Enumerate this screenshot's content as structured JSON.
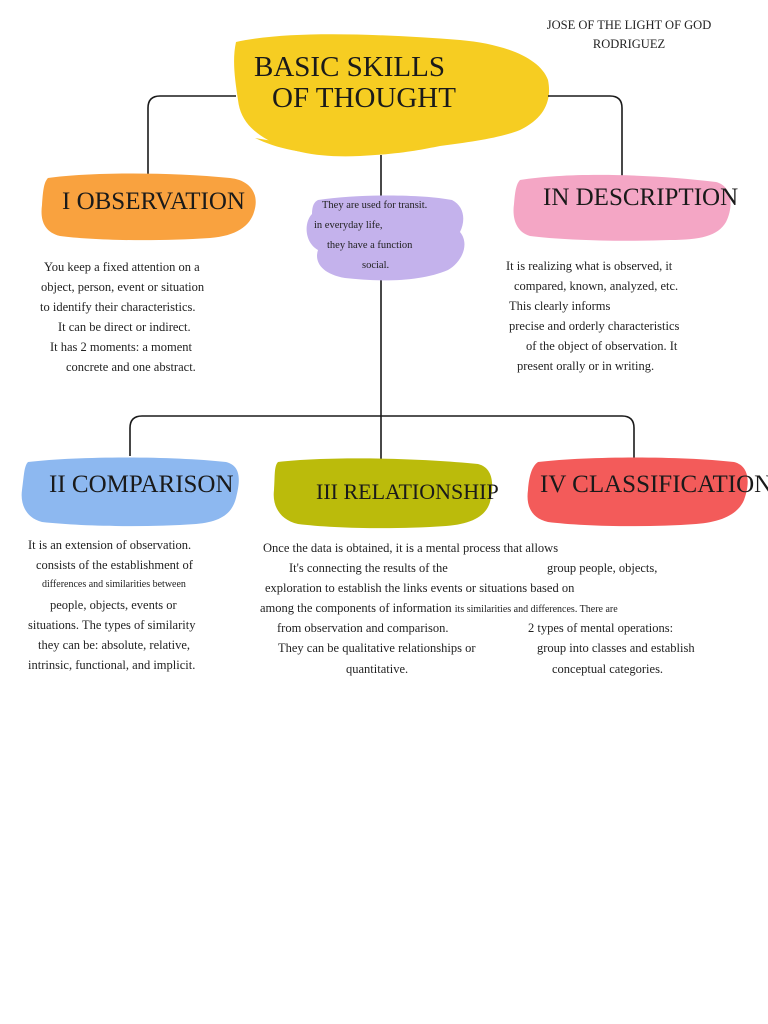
{
  "author": {
    "line1": "JOSE OF THE LIGHT OF GOD",
    "line2": "RODRIGUEZ"
  },
  "title": {
    "line1": "BASIC SKILLS",
    "line2": "OF THOUGHT"
  },
  "center_note": {
    "lines": [
      "They are used for transit.",
      "in everyday life,",
      "they have a function",
      "social."
    ]
  },
  "observation": {
    "heading": "I OBSERVATION",
    "lines": [
      "You keep a fixed attention on a",
      "object, person, event or situation",
      "to identify their characteristics.",
      "It can be direct or indirect.",
      "It has 2 moments: a moment",
      "concrete and one abstract."
    ]
  },
  "description": {
    "heading": "IN DESCRIPTION",
    "lines": [
      "It is realizing what is observed, it",
      "compared, known, analyzed, etc.",
      "This clearly informs",
      "precise and orderly characteristics",
      "of the object of observation. It",
      "present orally or in writing."
    ]
  },
  "comparison": {
    "heading": "II COMPARISON",
    "lines": [
      "It is an extension of observation.",
      "consists of the establishment of",
      "differences and similarities between",
      "people, objects, events or",
      "situations. The types of similarity",
      "they can be: absolute, relative,",
      "intrinsic, functional, and implicit."
    ]
  },
  "relationship": {
    "heading": "III RELATIONSHIP",
    "lines": [
      "Once the data is obtained, it is a mental process that allows",
      "It's connecting the results of the",
      "exploration to establish the links events or situations based on",
      "among the components of information",
      "its similarities and differences. There are",
      "from observation and comparison.",
      "They can be qualitative relationships or",
      "quantitative."
    ]
  },
  "classification": {
    "heading": "IV CLASSIFICATION",
    "lines": [
      "group people, objects,",
      "2 types of mental operations:",
      "group into classes and establish",
      "conceptual categories."
    ]
  },
  "colors": {
    "title_yellow": "#F6CD22",
    "observation_orange": "#F9A23F",
    "description_pink": "#F4A6C5",
    "center_lavender": "#C4B2EC",
    "comparison_blue": "#8DB8F0",
    "relationship_olive": "#BBBB0B",
    "classification_red": "#F35B5A",
    "line_black": "#1a1a1a"
  }
}
